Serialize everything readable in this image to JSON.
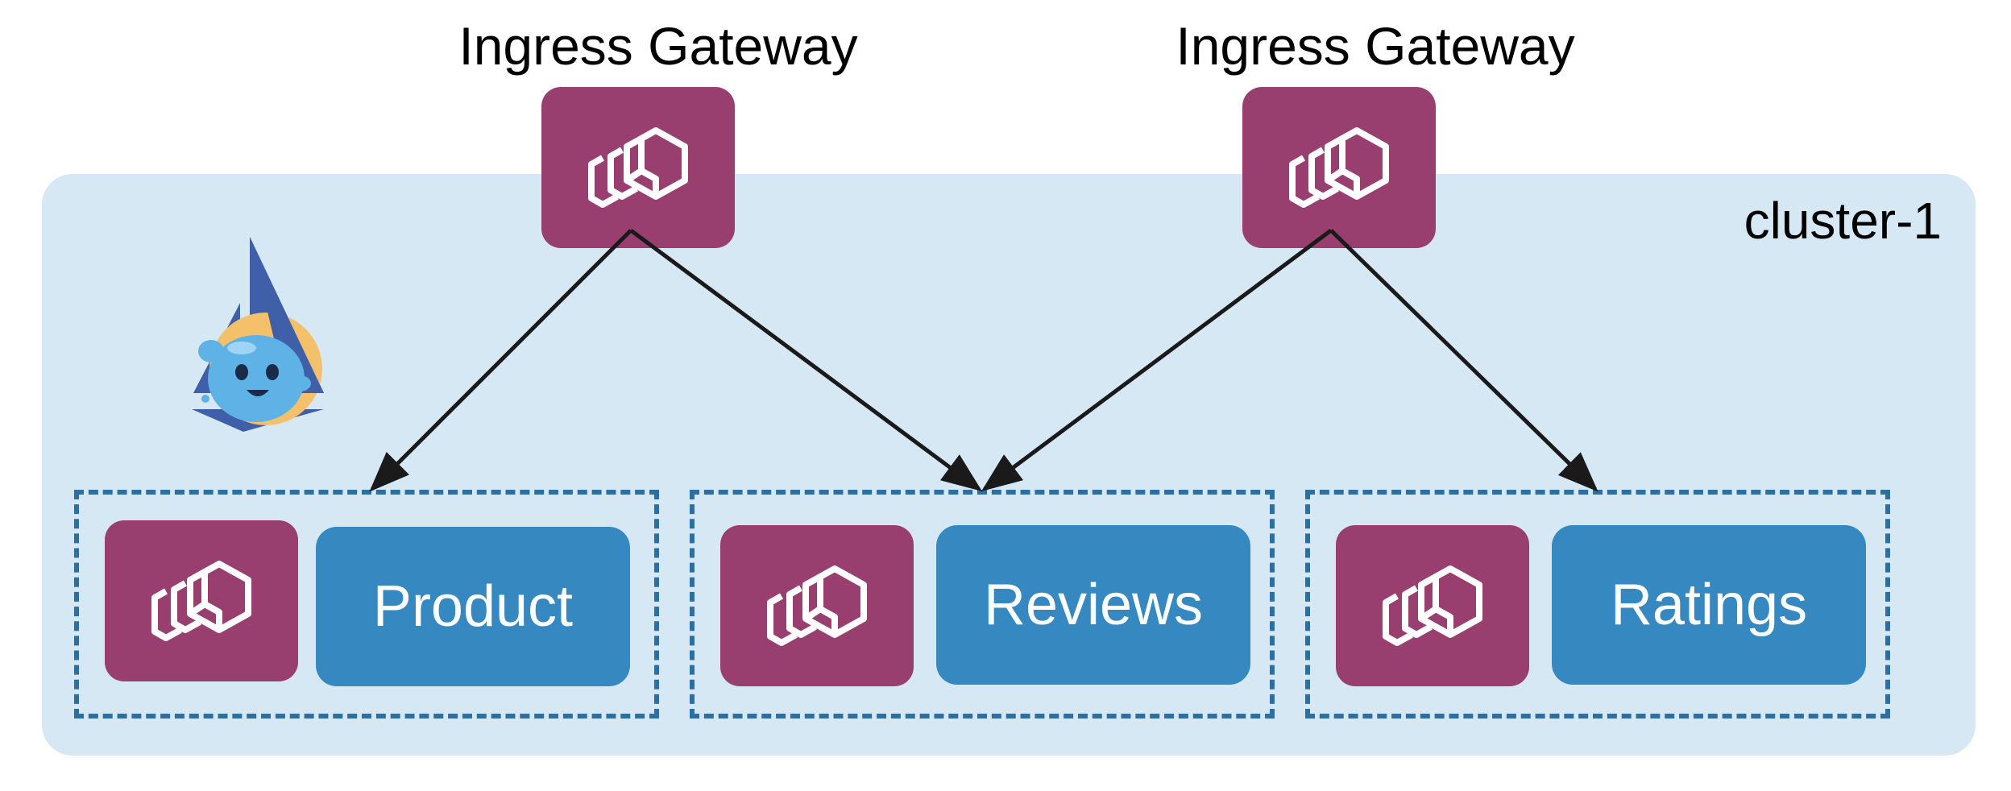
{
  "cluster": {
    "label": "cluster-1",
    "background": "#d6e8f4"
  },
  "gateways": [
    {
      "label": "Ingress Gateway",
      "icon": "envoy-proxy-icon"
    },
    {
      "label": "Ingress Gateway",
      "icon": "envoy-proxy-icon"
    }
  ],
  "services": [
    {
      "label": "Product",
      "sidecar_icon": "envoy-proxy-icon"
    },
    {
      "label": "Reviews",
      "sidecar_icon": "envoy-proxy-icon"
    },
    {
      "label": "Ratings",
      "sidecar_icon": "envoy-proxy-icon"
    }
  ],
  "connections": [
    {
      "from": "Ingress Gateway (left)",
      "to": "Product"
    },
    {
      "from": "Ingress Gateway (left)",
      "to": "Reviews"
    },
    {
      "from": "Ingress Gateway (right)",
      "to": "Reviews"
    },
    {
      "from": "Ingress Gateway (right)",
      "to": "Ratings"
    }
  ],
  "logo": {
    "icon": "istio-octopus-mascot-icon"
  },
  "colors": {
    "proxy_tile": "#983f70",
    "service_box": "#3688c0",
    "namespace_border": "#2c6fa0",
    "arrow": "#1a1a1a"
  }
}
